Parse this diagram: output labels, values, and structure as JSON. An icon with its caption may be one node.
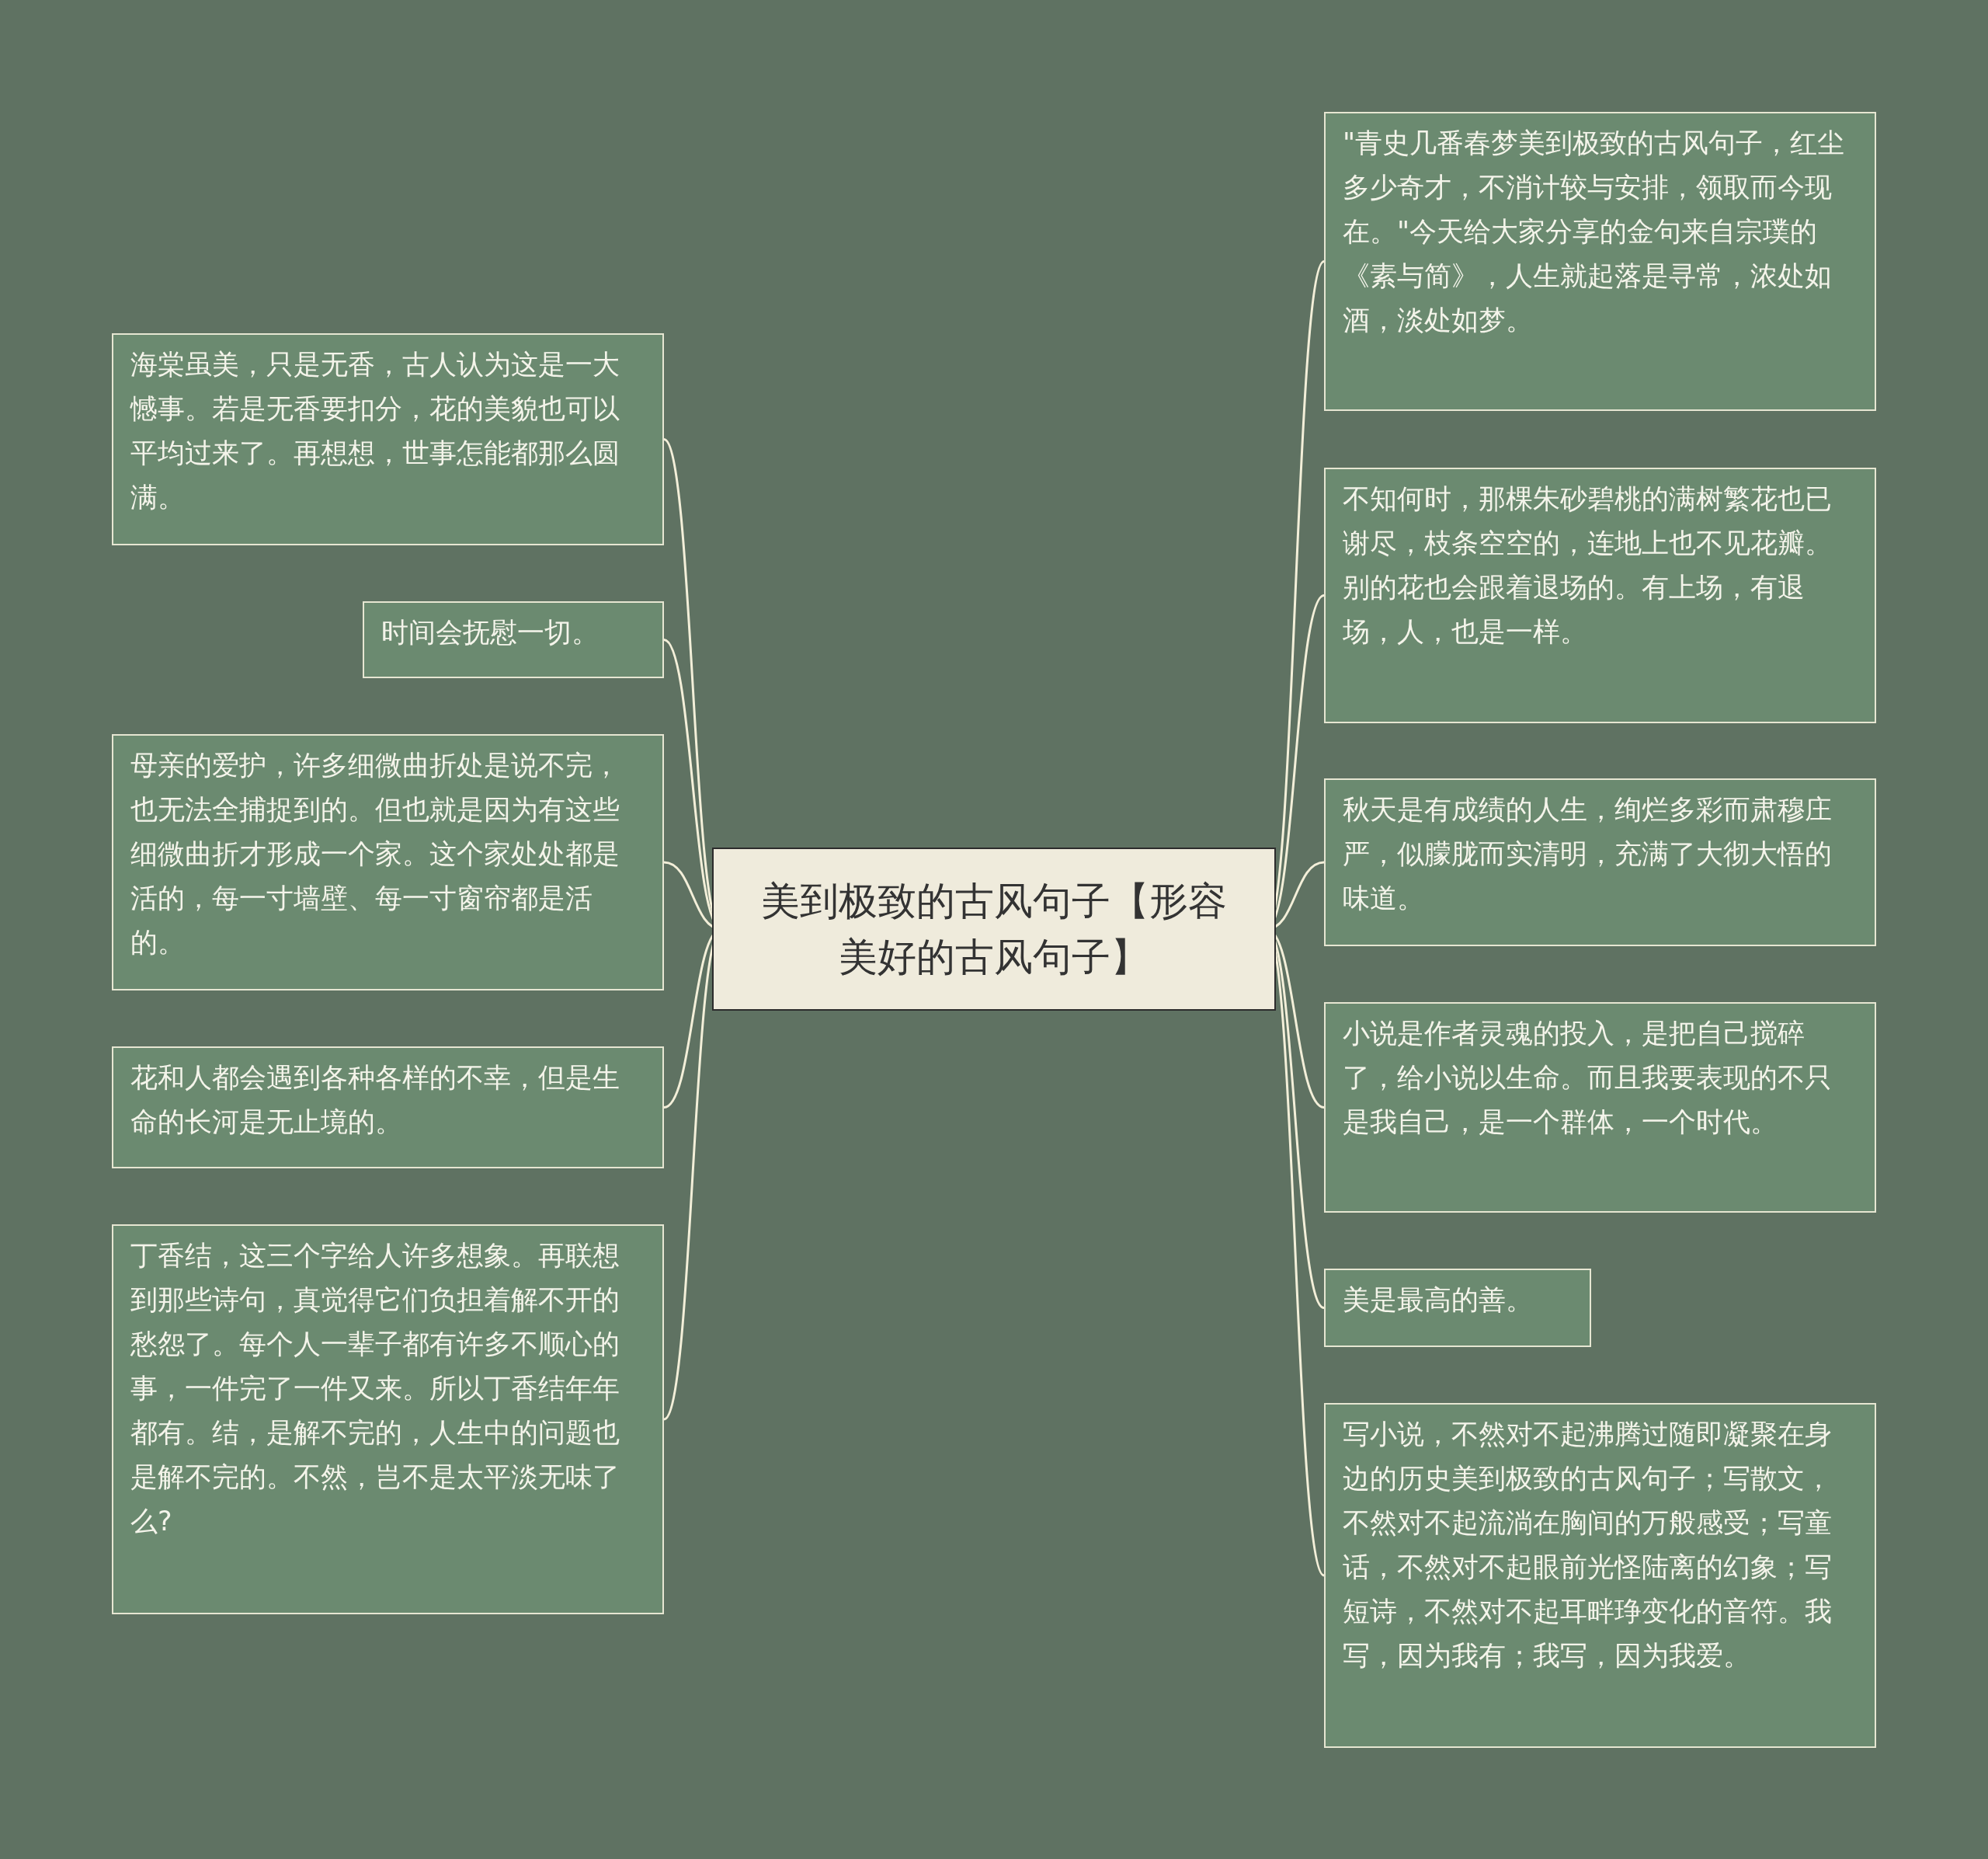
{
  "diagram": {
    "nodes": [
      {
        "text": [
          "美到极致的古风句子【形容美好的古风句子】"
        ]
      },
      {
        "text": [
          "海棠虽美，只是无香，古人认为这是一大憾事。若是无香要扣分，花的美貌也可以平均过来了。再想想，世事怎能都那么圆满。"
        ]
      },
      {
        "text": [
          "时间会抚慰一切。"
        ]
      },
      {
        "text": [
          "母亲的爱护，许多细微曲折处是说不完，也无法全捕捉到的。但也就是因为有这些细微曲折才形成一个家。这个家处处都是活的，每一寸墙壁、每一寸窗帘都是活的。"
        ]
      },
      {
        "text": [
          "花和人都会遇到各种各样的不幸，但是生命的长河是无止境的。"
        ]
      },
      {
        "text": [
          "丁香结，这三个字给人许多想象。再联想到那些诗句，真觉得它们负担着解不开的愁怨了。每个人一辈子都有许多不顺心的事，一件完了一件又来。所以丁香结年年都有。结，是解不完的，人生中的问题也是解不完的。不然，岂不是太平淡无味了么?"
        ]
      },
      {
        "text": [
          "\"青史几番春梦美到极致的古风句子，红尘多少奇才，不消计较与安排，领取而今现在。\"今天给大家分享的金句来自宗璞的《素与简》，人生就起落是寻常，浓处如酒，淡处如梦。"
        ]
      },
      {
        "text": [
          "不知何时，那棵朱砂碧桃的满树繁花也已谢尽，枝条空空的，连地上也不见花瓣。别的花也会跟着退场的。有上场，有退场，人，也是一样。"
        ]
      },
      {
        "text": [
          "秋天是有成绩的人生，绚烂多彩而肃穆庄严，似朦胧而实清明，充满了大彻大悟的味道。"
        ]
      },
      {
        "text": [
          "小说是作者灵魂的投入，是把自己搅碎了，给小说以生命。而且我要表现的不只是我自己，是一个群体，一个时代。"
        ]
      },
      {
        "text": [
          "美是最高的善。"
        ]
      },
      {
        "text": [
          "写小说，不然对不起沸腾过随即凝聚在身边的历史美到极致的古风句子；写散文，不然对不起流淌在胸间的万般感受；写童话，不然对不起眼前光怪陆离的幻象；写短诗，不然对不起耳畔琤变化的音符。我写，因为我有；我写，因为我爱。"
        ]
      }
    ],
    "edges": [
      {
        "from": 0,
        "to": 1,
        "arrow": "none"
      },
      {
        "from": 0,
        "to": 2,
        "arrow": "none"
      },
      {
        "from": 0,
        "to": 3,
        "arrow": "none"
      },
      {
        "from": 0,
        "to": 4,
        "arrow": "none"
      },
      {
        "from": 0,
        "to": 5,
        "arrow": "none"
      },
      {
        "from": 0,
        "to": 6,
        "arrow": "none"
      },
      {
        "from": 0,
        "to": 7,
        "arrow": "none"
      },
      {
        "from": 0,
        "to": 8,
        "arrow": "none"
      },
      {
        "from": 0,
        "to": 9,
        "arrow": "none"
      },
      {
        "from": 0,
        "to": 10,
        "arrow": "none"
      },
      {
        "from": 0,
        "to": 11,
        "arrow": "none"
      }
    ]
  }
}
